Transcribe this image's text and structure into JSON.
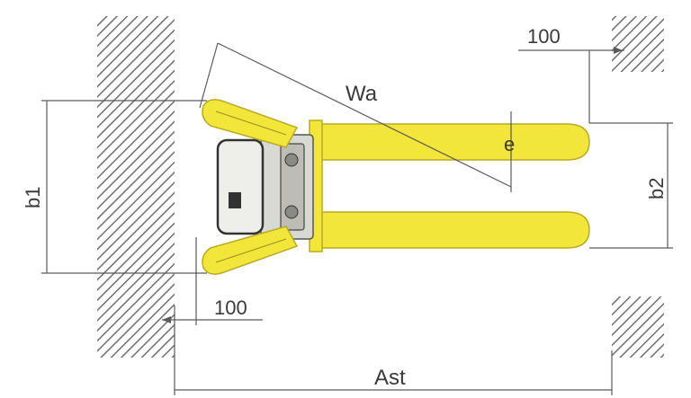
{
  "diagram": {
    "labels": {
      "wa": "Wa",
      "e": "e",
      "b1": "b1",
      "b2": "b2",
      "clearance_top": "100",
      "clearance_bottom": "100",
      "ast": "Ast"
    },
    "colors": {
      "forks": "#f2e63a",
      "fork_outline": "#b9ab20",
      "hatch": "#7a7a7a",
      "dimension_lines": "#5a5a5a"
    }
  }
}
